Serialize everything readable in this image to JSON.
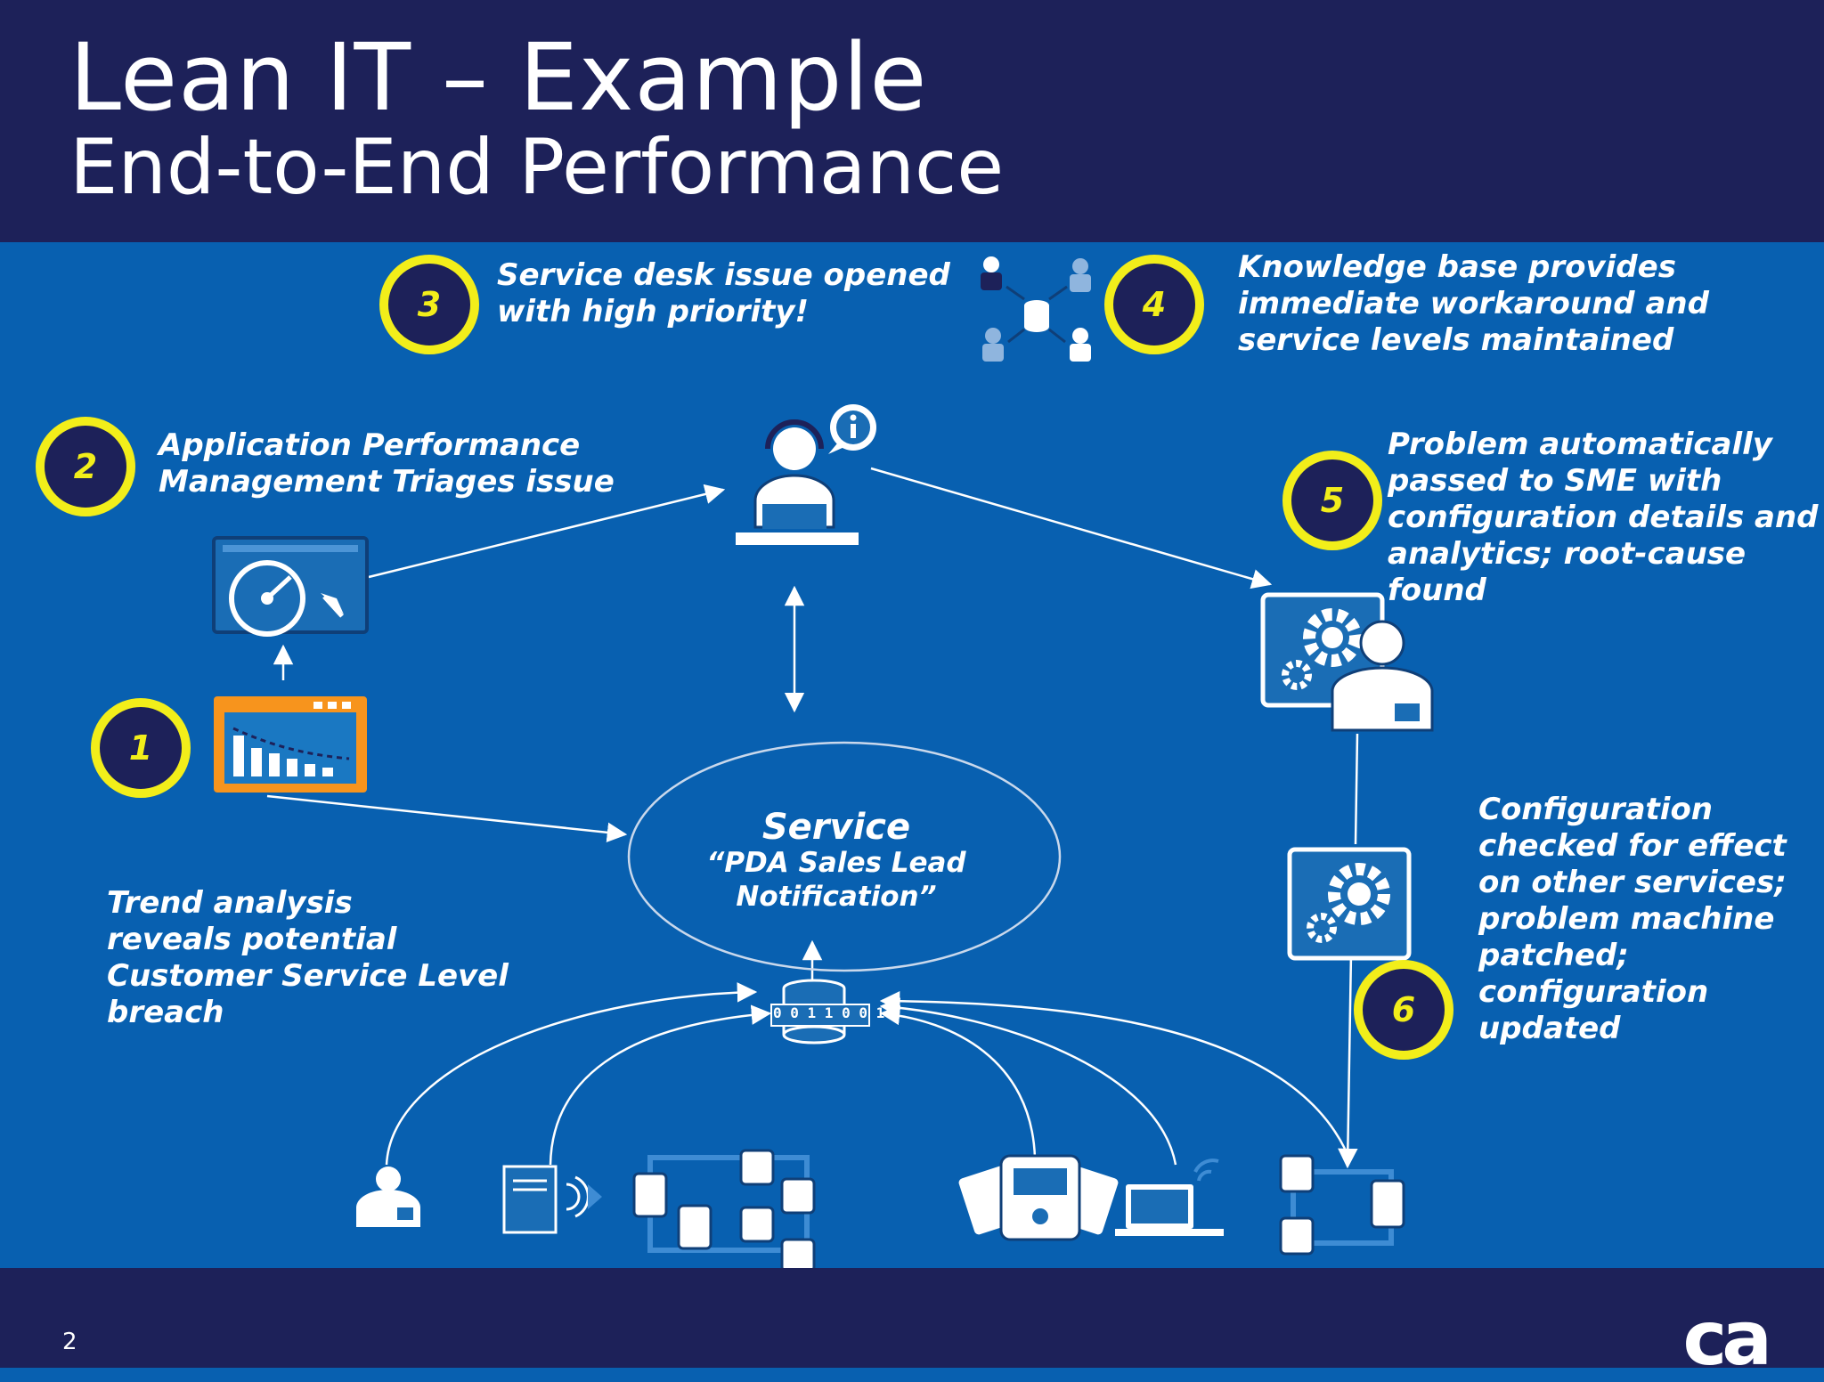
{
  "header": {
    "title_line1": "Lean IT – Example",
    "title_line2": "End-to-End Performance"
  },
  "steps": [
    {
      "number": "1",
      "text": "Trend analysis\nreveals potential\nCustomer Service Level\nbreach"
    },
    {
      "number": "2",
      "text": "Application Performance\nManagement Triages issue"
    },
    {
      "number": "3",
      "text": "Service desk issue opened\nwith high priority!"
    },
    {
      "number": "4",
      "text": "Knowledge base provides\nimmediate workaround and\nservice levels maintained"
    },
    {
      "number": "5",
      "text": "Problem automatically\npassed to SME with\nconfiguration details and\n analytics; root-cause\n found"
    },
    {
      "number": "6",
      "text": "Configuration\nchecked for effect\non other services;\nproblem machine\npatched;\nconfiguration\nupdated"
    }
  ],
  "service": {
    "title": "Service",
    "name": "“PDA Sales Lead\nNotification”"
  },
  "data_bus": {
    "label": "0 0 1 1 0  0 1"
  },
  "footer": {
    "page_number": "2",
    "logo": "ca"
  },
  "colors": {
    "background": "#0860b0",
    "header": "#1d2159",
    "badge_ring": "#f2ee1a",
    "badge_fill": "#1d2159",
    "chart_accent": "#f7941d"
  },
  "icons": [
    "dashboard-gauge-icon",
    "trend-chart-icon",
    "service-desk-agent-icon",
    "info-bubble-icon",
    "knowledge-network-icon",
    "sme-gear-person-icon",
    "config-gear-icon",
    "database-icon",
    "user-icon",
    "server-icon",
    "server-cluster-icon",
    "mobile-devices-icon",
    "laptop-icon"
  ]
}
